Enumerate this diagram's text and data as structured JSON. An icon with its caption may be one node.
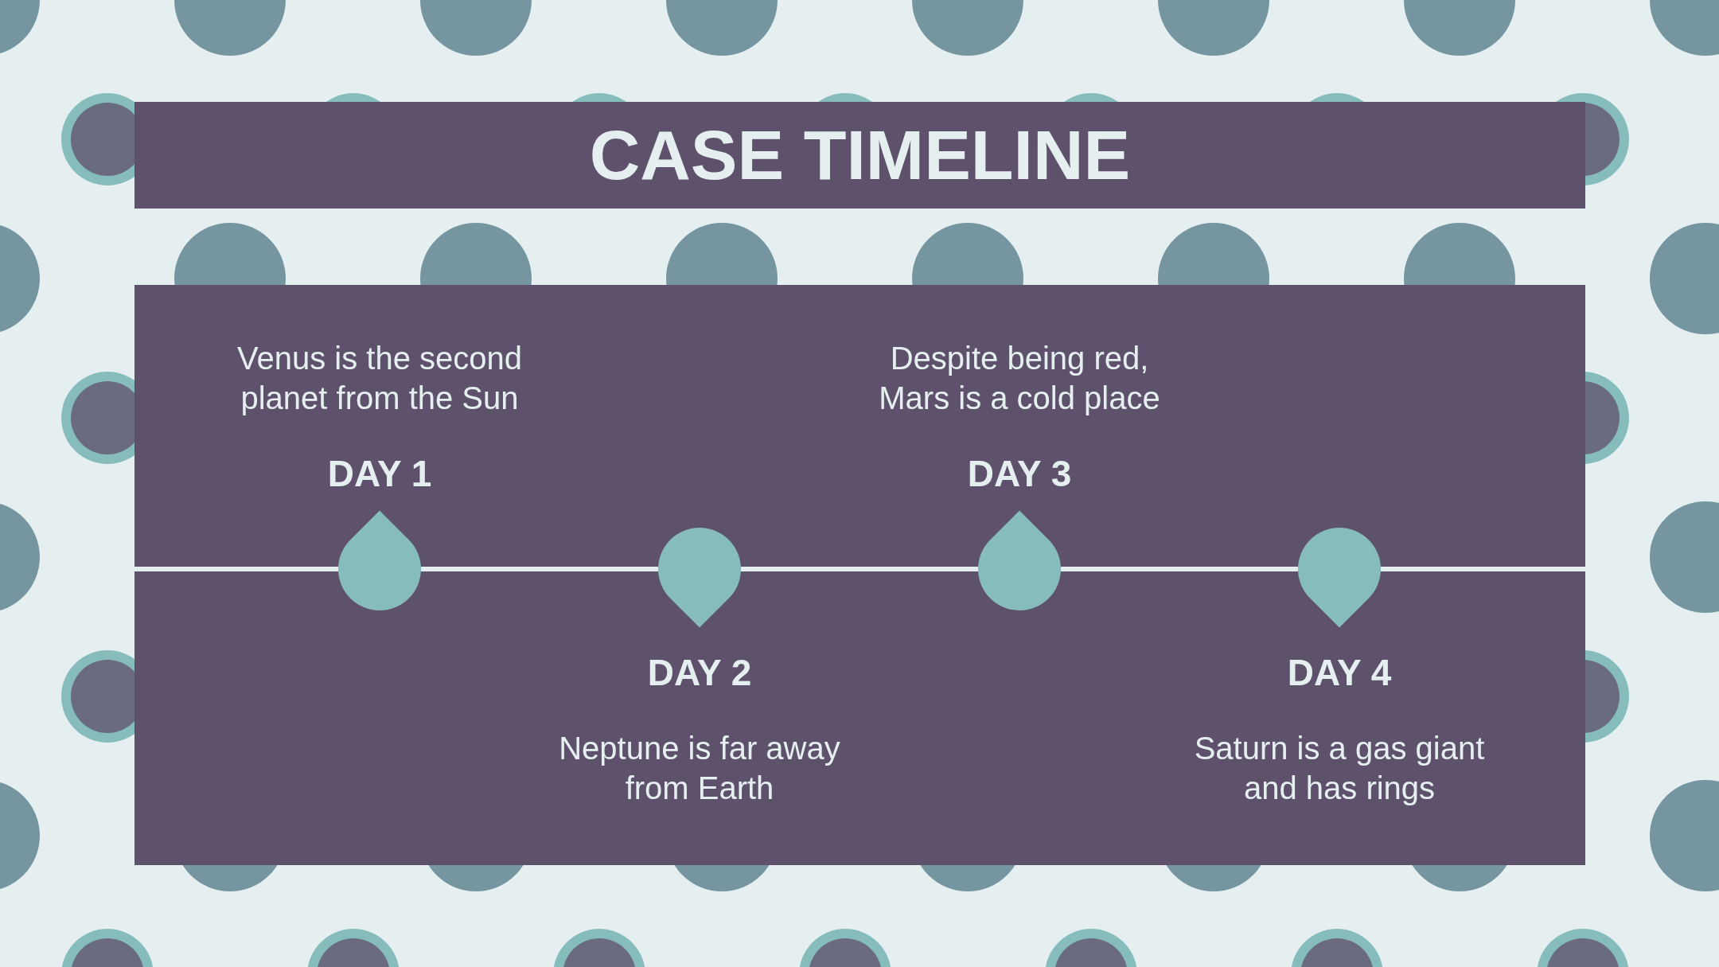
{
  "diagram": {
    "title": "CASE TIMELINE",
    "nodes": [
      {
        "text": [],
        "shape": "pin",
        "beside": [
          "DAY 1",
          "Venus is the second planet from the Sun"
        ]
      },
      {
        "text": [],
        "shape": "pin",
        "beside": [
          "DAY 2",
          "Neptune is far away from Earth"
        ]
      },
      {
        "text": [],
        "shape": "pin",
        "beside": [
          "DAY 3",
          "Despite being red, Mars is a cold place"
        ]
      },
      {
        "text": [],
        "shape": "pin",
        "beside": [
          "DAY 4",
          "Saturn is a gas giant and has rings"
        ]
      }
    ],
    "edges": [
      {
        "from": null,
        "to": 0,
        "arrow": "none"
      },
      {
        "from": 0,
        "to": 1,
        "arrow": "none"
      },
      {
        "from": 1,
        "to": 2,
        "arrow": "none"
      },
      {
        "from": 2,
        "to": 3,
        "arrow": "none"
      },
      {
        "from": 3,
        "to": null,
        "arrow": "none"
      }
    ]
  }
}
